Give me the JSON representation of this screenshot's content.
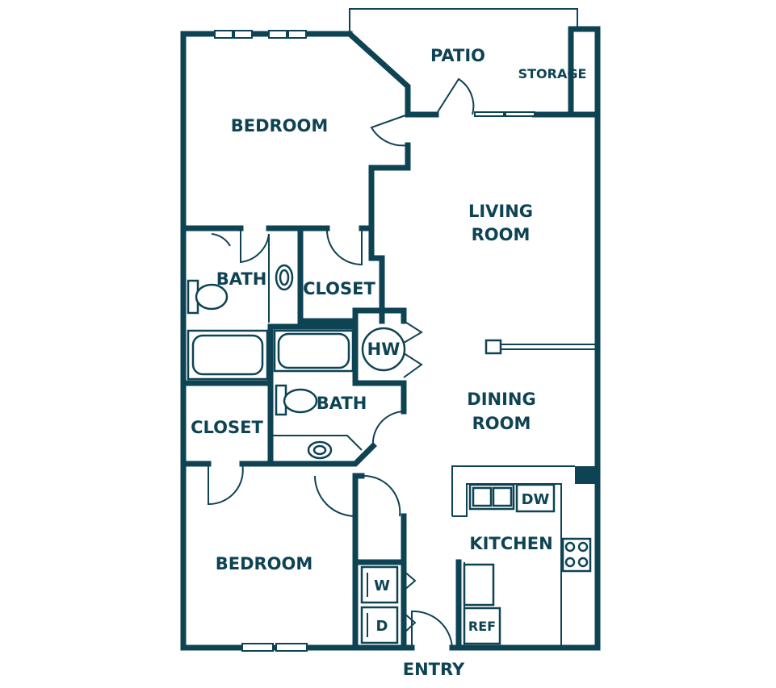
{
  "rooms": {
    "patio": "PATIO",
    "storage": "STORAGE",
    "bedroom_top": "BEDROOM",
    "living_1": "LIVING",
    "living_2": "ROOM",
    "bath_top": "BATH",
    "closet_top": "CLOSET",
    "hw": "HW",
    "bath_mid": "BATH",
    "closet_mid": "CLOSET",
    "dining_1": "DINING",
    "dining_2": "ROOM",
    "kitchen": "KITCHEN",
    "bedroom_bottom": "BEDROOM",
    "entry": "ENTRY"
  },
  "appliances": {
    "dishwasher": "DW",
    "washer": "W",
    "dryer": "D",
    "refrigerator": "REF"
  },
  "colors": {
    "wall": "#0e4354",
    "background": "#ffffff"
  }
}
